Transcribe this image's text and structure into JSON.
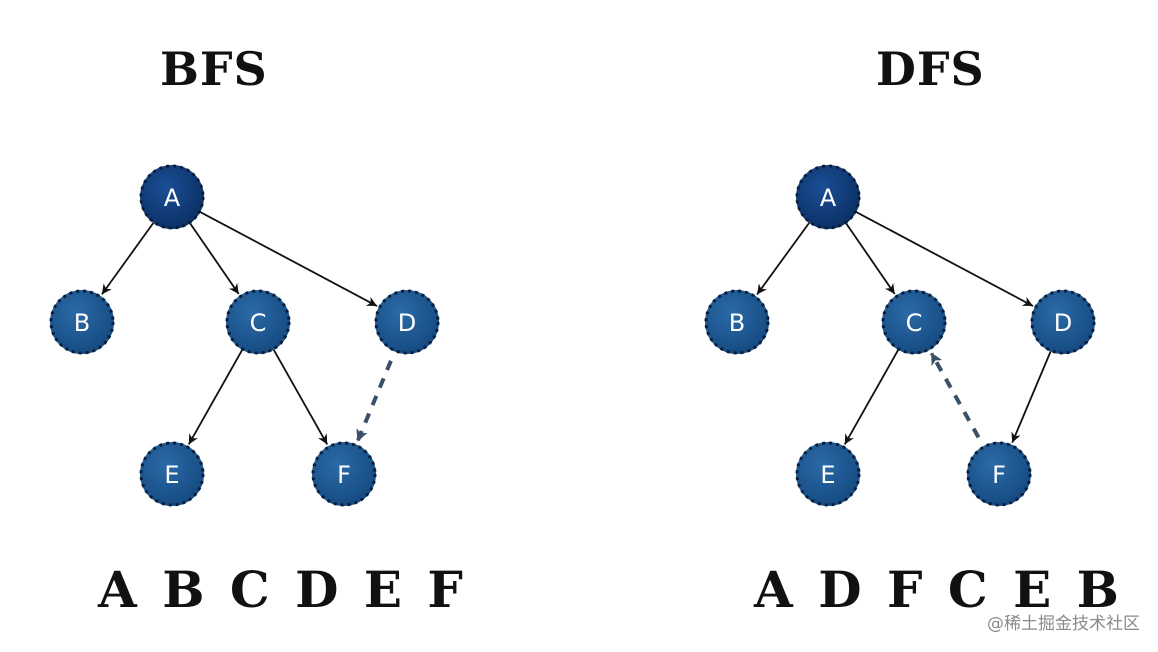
{
  "panels": [
    {
      "id": "bfs",
      "title": "BFS",
      "traversal": "A B C D E F",
      "nodes": [
        {
          "id": "A",
          "label": "A",
          "tone": "dark"
        },
        {
          "id": "B",
          "label": "B",
          "tone": "light"
        },
        {
          "id": "C",
          "label": "C",
          "tone": "light"
        },
        {
          "id": "D",
          "label": "D",
          "tone": "light"
        },
        {
          "id": "E",
          "label": "E",
          "tone": "light"
        },
        {
          "id": "F",
          "label": "F",
          "tone": "light"
        }
      ],
      "edges": [
        {
          "from": "A",
          "to": "B",
          "style": "solid"
        },
        {
          "from": "A",
          "to": "C",
          "style": "solid"
        },
        {
          "from": "A",
          "to": "D",
          "style": "solid"
        },
        {
          "from": "C",
          "to": "E",
          "style": "solid"
        },
        {
          "from": "C",
          "to": "F",
          "style": "solid"
        },
        {
          "from": "D",
          "to": "F",
          "style": "dashed"
        }
      ]
    },
    {
      "id": "dfs",
      "title": "DFS",
      "traversal": "A D F C E B",
      "nodes": [
        {
          "id": "A",
          "label": "A",
          "tone": "dark"
        },
        {
          "id": "B",
          "label": "B",
          "tone": "light"
        },
        {
          "id": "C",
          "label": "C",
          "tone": "light"
        },
        {
          "id": "D",
          "label": "D",
          "tone": "light"
        },
        {
          "id": "E",
          "label": "E",
          "tone": "light"
        },
        {
          "id": "F",
          "label": "F",
          "tone": "light"
        }
      ],
      "edges": [
        {
          "from": "A",
          "to": "B",
          "style": "solid"
        },
        {
          "from": "A",
          "to": "C",
          "style": "solid"
        },
        {
          "from": "A",
          "to": "D",
          "style": "solid"
        },
        {
          "from": "C",
          "to": "E",
          "style": "solid"
        },
        {
          "from": "D",
          "to": "F",
          "style": "solid"
        },
        {
          "from": "F",
          "to": "C",
          "style": "dashed"
        }
      ]
    }
  ],
  "colors": {
    "node_dark": "#0d3a78",
    "node_light": "#1d5b96",
    "node_dots": "#0a1f3d",
    "edge": "#111111",
    "dashed_edge": "#3a4f68"
  },
  "watermark": "@稀土掘金技术社区"
}
